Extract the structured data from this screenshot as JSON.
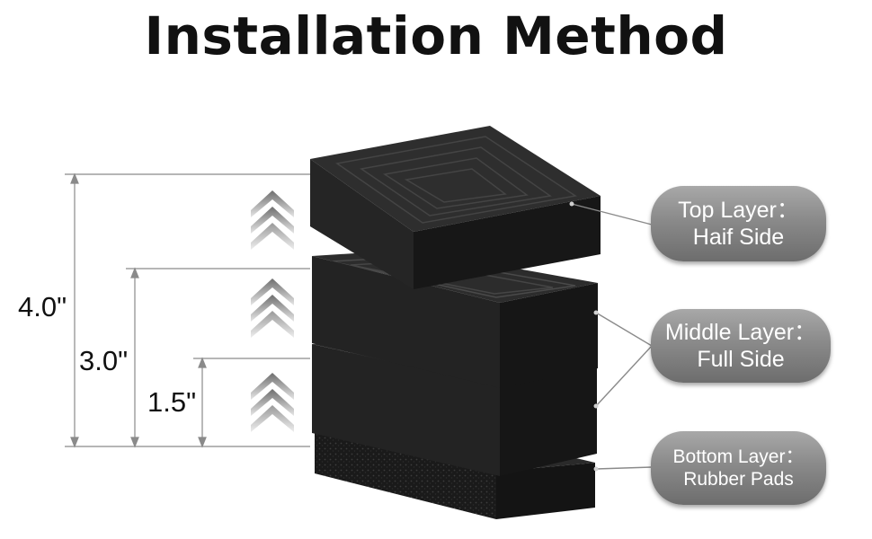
{
  "title": "Installation Method",
  "dimensions": {
    "overall": "4.0\"",
    "two_layers": "3.0\"",
    "one_layer": "1.5\""
  },
  "callouts": {
    "top": {
      "line1": "Top Layer：",
      "line2": "Haif Side"
    },
    "middle": {
      "line1": "Middle Layer：",
      "line2": "Full Side"
    },
    "bottom": {
      "line1": "Bottom Layer：",
      "line2": "Rubber Pads"
    }
  },
  "colors": {
    "block": "#1f1f1f",
    "pill": "#8a8a8a",
    "arrow": "#7a7a7a",
    "line": "#8a8a8a"
  },
  "icons": [
    "up-chevron-icon"
  ]
}
